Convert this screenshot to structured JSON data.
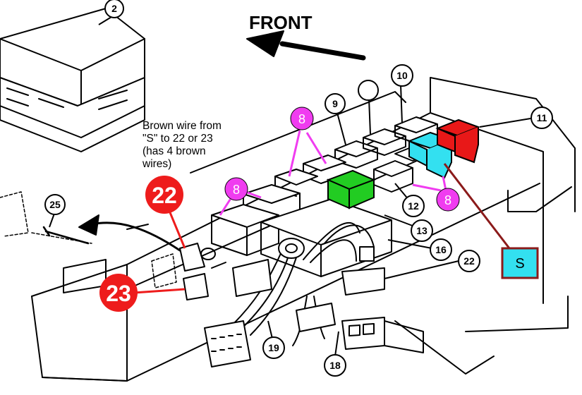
{
  "direction_label": "FRONT",
  "note_lines": [
    "Brown wire from",
    "\"S\" to 22 or 23",
    "(has 4 brown",
    "wires)"
  ],
  "callouts": {
    "c2": "2",
    "c9": "9",
    "c10": "10",
    "c11": "11",
    "c12": "12",
    "c13": "13",
    "c16": "16",
    "c22": "22",
    "c18": "18",
    "c19": "19",
    "c25": "25"
  },
  "highlights": {
    "h22": "22",
    "h23": "23",
    "m8a": "8",
    "m8b": "8",
    "m8c": "8",
    "s_box": "S"
  },
  "colors": {
    "red_marker": "#ee1c1c",
    "magenta_marker": "#f03cf0",
    "green_relay": "#22cc22",
    "cyan_relay": "#33e0f0",
    "red_relay": "#e81818",
    "s_box_fill": "#33e0f0",
    "s_box_border": "#8b1a1a",
    "ink": "#000000"
  }
}
